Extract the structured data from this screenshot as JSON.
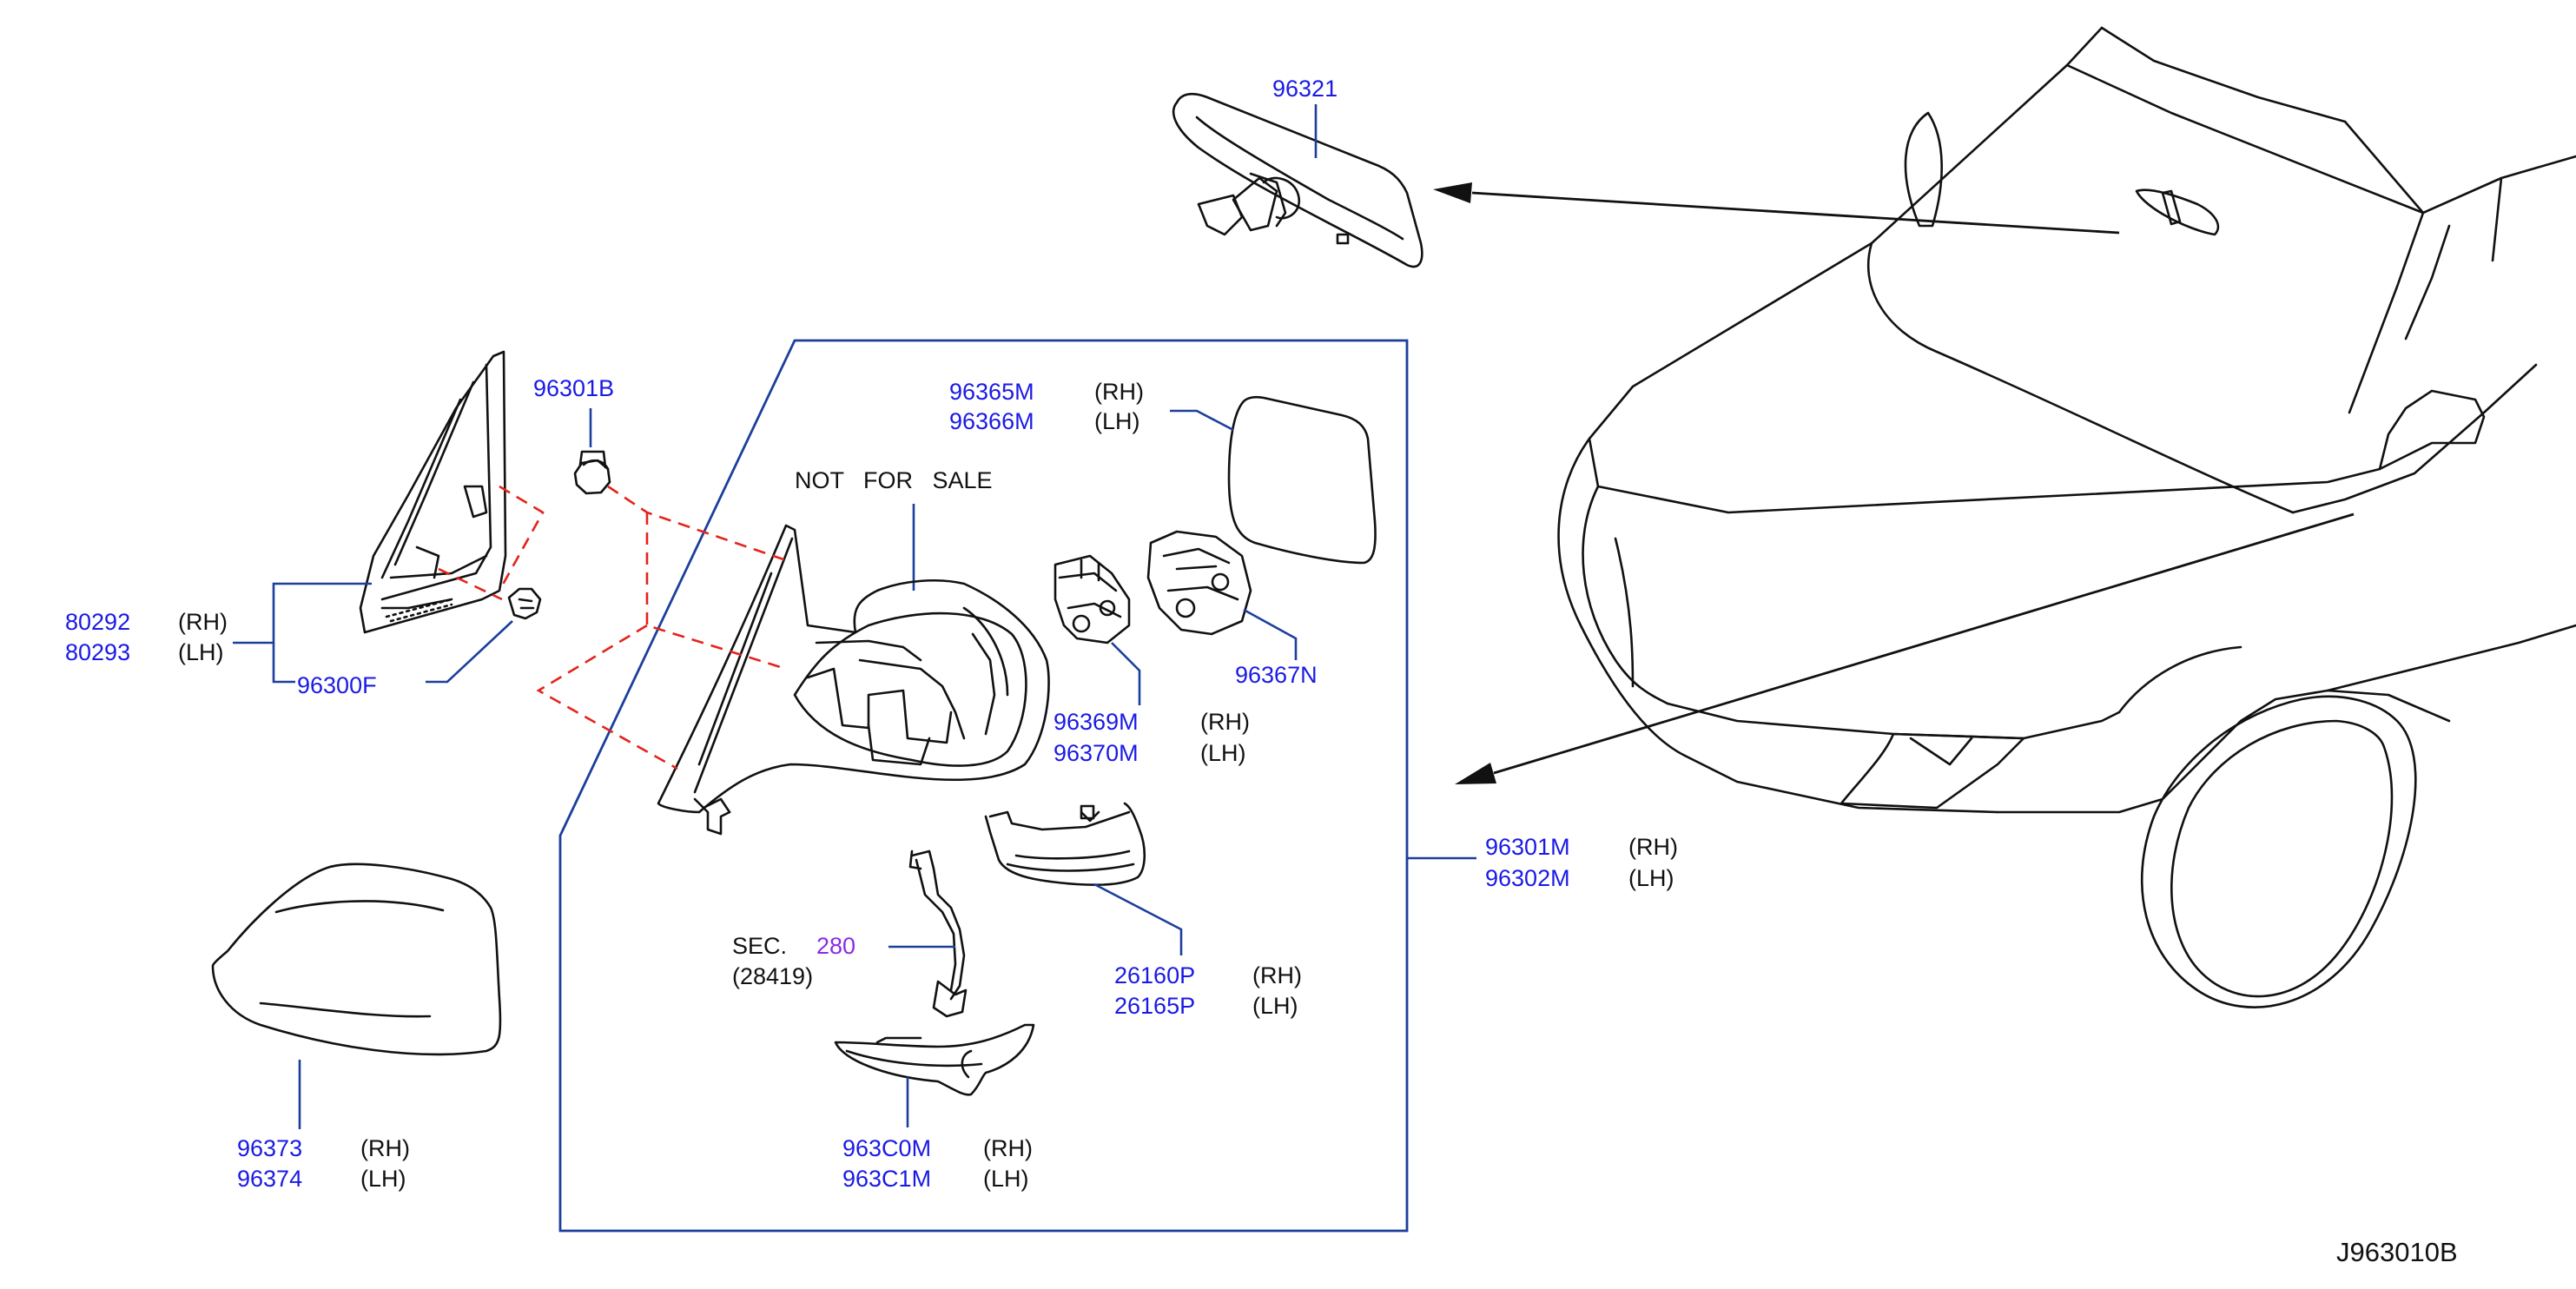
{
  "diagram": {
    "note": "NOT   FOR   SALE",
    "figure_code": "J963010B",
    "sec_prefix": "SEC.",
    "sec_number": "280",
    "sec_sub": "(28419)",
    "parts": {
      "p96321": "96321",
      "p96301B": "96301B",
      "p96365M": "96365M",
      "p96366M": "96366M",
      "p80292": "80292",
      "p80293": "80293",
      "p96300F": "96300F",
      "p96367N": "96367N",
      "p96369M": "96369M",
      "p96370M": "96370M",
      "p96301M": "96301M",
      "p96302M": "96302M",
      "p26160P": "26160P",
      "p26165P": "26165P",
      "p96373": "96373",
      "p96374": "96374",
      "p963C0M": "963C0M",
      "p963C1M": "963C1M"
    },
    "sides": {
      "rh": "(RH)",
      "lh": "(LH)"
    },
    "colors": {
      "part_number": "#1a1ae6",
      "leader": "#1c3f9c",
      "dashed_guide": "#e3241b",
      "section_ref": "#8a2be2",
      "outline": "#111111"
    }
  }
}
